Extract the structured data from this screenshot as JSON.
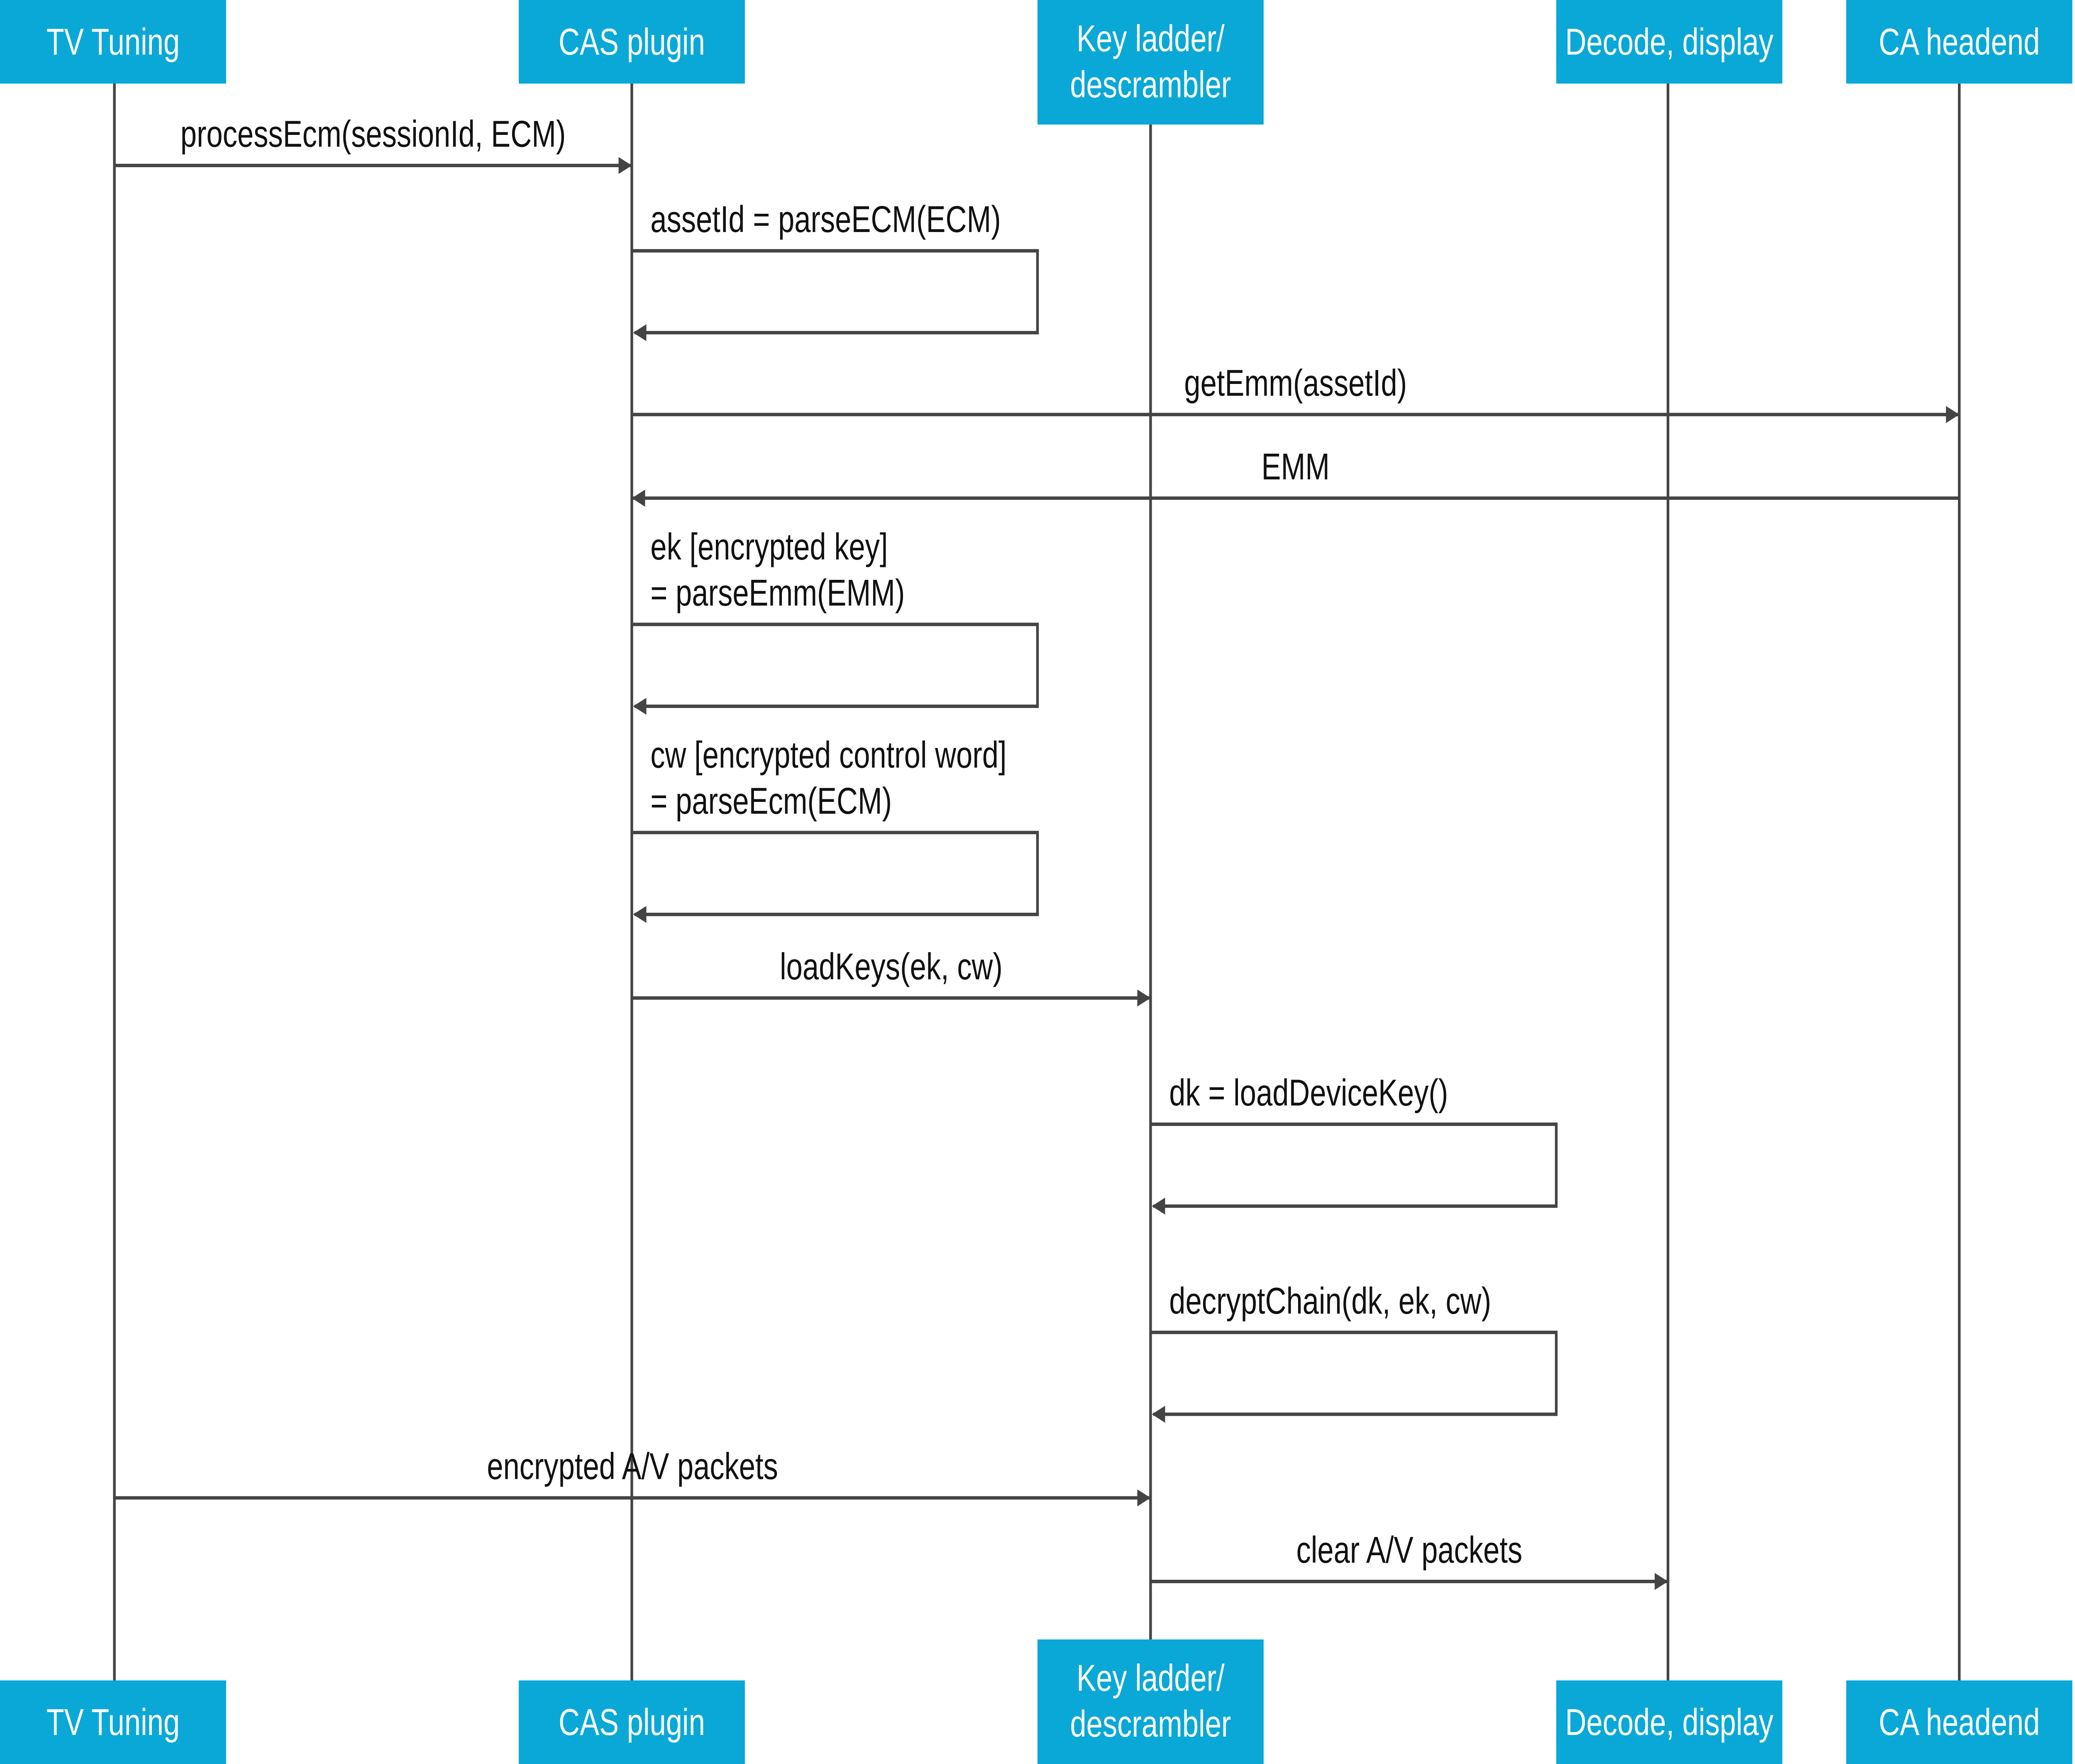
{
  "colors": {
    "header_bg": "#0aa8d6",
    "header_text": "#ffffff",
    "line": "#444444",
    "text": "#111111"
  },
  "participants": [
    {
      "id": "tv",
      "label": [
        "TV Tuning"
      ]
    },
    {
      "id": "cas",
      "label": [
        "CAS plugin"
      ]
    },
    {
      "id": "kl",
      "label": [
        "Key ladder/",
        "descrambler"
      ]
    },
    {
      "id": "dec",
      "label": [
        "Decode, display"
      ]
    },
    {
      "id": "ca",
      "label": [
        "CA headend"
      ]
    }
  ],
  "messages": [
    {
      "from": "tv",
      "to": "cas",
      "label": [
        "processEcm(sessionId, ECM)"
      ]
    },
    {
      "from": "cas",
      "to": "cas",
      "label": [
        "assetId = parseECM(ECM)"
      ]
    },
    {
      "from": "cas",
      "to": "ca",
      "label": [
        "getEmm(assetId)"
      ]
    },
    {
      "from": "ca",
      "to": "cas",
      "label": [
        "EMM"
      ]
    },
    {
      "from": "cas",
      "to": "cas",
      "label": [
        "ek [encrypted key]",
        "= parseEmm(EMM)"
      ]
    },
    {
      "from": "cas",
      "to": "cas",
      "label": [
        "cw [encrypted control word]",
        "= parseEcm(ECM)"
      ]
    },
    {
      "from": "cas",
      "to": "kl",
      "label": [
        "loadKeys(ek, cw)"
      ]
    },
    {
      "from": "kl",
      "to": "kl",
      "label": [
        "dk = loadDeviceKey()"
      ]
    },
    {
      "from": "kl",
      "to": "kl",
      "label": [
        "decryptChain(dk, ek, cw)"
      ]
    },
    {
      "from": "tv",
      "to": "kl",
      "label": [
        "encrypted A/V packets"
      ]
    },
    {
      "from": "kl",
      "to": "dec",
      "label": [
        "clear A/V packets"
      ]
    }
  ]
}
